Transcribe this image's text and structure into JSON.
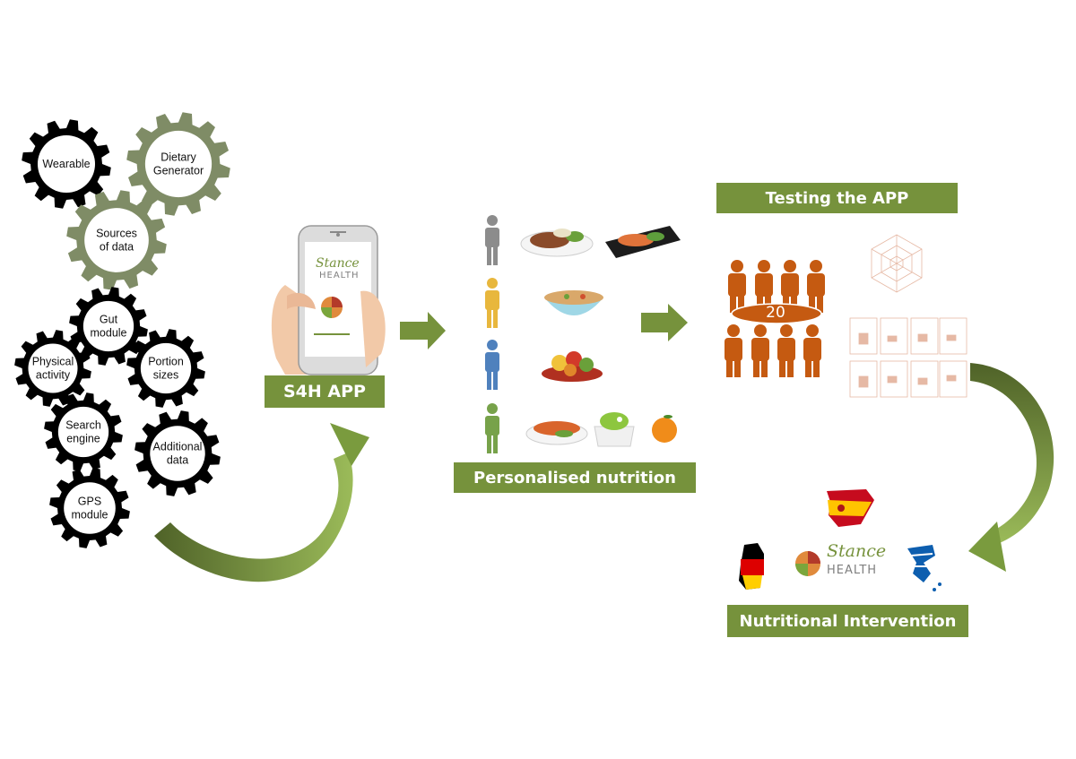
{
  "data_sources": {
    "gears": [
      {
        "id": "wearable",
        "lines": [
          "Wearable"
        ]
      },
      {
        "id": "dietary-generator",
        "lines": [
          "Dietary",
          "Generator"
        ]
      },
      {
        "id": "sources-of-data",
        "lines": [
          "Sources",
          "of data"
        ]
      },
      {
        "id": "gut-module",
        "lines": [
          "Gut",
          "module"
        ]
      },
      {
        "id": "physical-activity",
        "lines": [
          "Physical",
          "activity"
        ]
      },
      {
        "id": "portion-sizes",
        "lines": [
          "Portion",
          "sizes"
        ]
      },
      {
        "id": "search-engine",
        "lines": [
          "Search",
          "engine"
        ]
      },
      {
        "id": "additional-data",
        "lines": [
          "Additional",
          "data"
        ]
      },
      {
        "id": "gps-module",
        "lines": [
          "GPS",
          "module"
        ]
      }
    ]
  },
  "app": {
    "label": "S4H APP",
    "brand_top": "Stance",
    "brand_bottom": "HEALTH"
  },
  "nutrition": {
    "label": "Personalised nutrition",
    "people": [
      {
        "color": "#8c8c8c",
        "foods": [
          "meat-plate-icon",
          "sushi-tray-icon"
        ]
      },
      {
        "color": "#e8b73d",
        "foods": [
          "soup-bowl-icon"
        ]
      },
      {
        "color": "#4f81bd",
        "foods": [
          "fruit-plate-icon"
        ]
      },
      {
        "color": "#77a24a",
        "foods": [
          "fish-plate-icon",
          "salad-bowl-icon",
          "orange-icon"
        ]
      }
    ]
  },
  "testing": {
    "label": "Testing the APP",
    "participants": "20"
  },
  "intervention": {
    "label": "Nutritional Intervention",
    "brand_top": "Stance",
    "brand_bottom": "HEALTH"
  },
  "colors": {
    "accent": "#76923c",
    "gear_dark": "#000000",
    "gear_green": "#7f8c66",
    "participants": "#c55a11"
  }
}
